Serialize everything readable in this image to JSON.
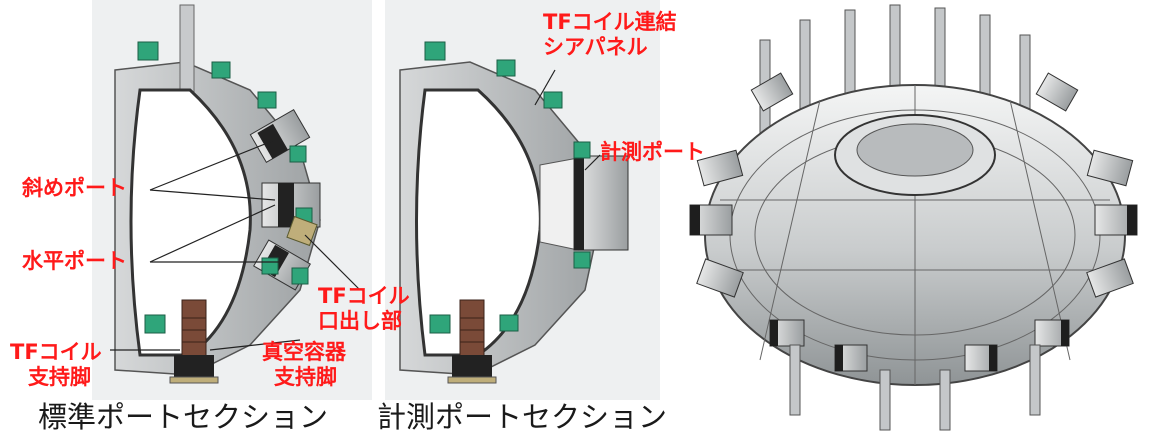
{
  "labels": {
    "tf_shear_panel": [
      "TFコイル連結",
      "シアパネル"
    ],
    "measurement_port": "計測ポート",
    "oblique_port": "斜めポート",
    "horizontal_port": "水平ポート",
    "tf_lead_out": [
      "TFコイル",
      "口出し部"
    ],
    "tf_support_leg": [
      "TFコイル",
      "支持脚"
    ],
    "vv_support_leg": [
      "真空容器",
      "支持脚"
    ]
  },
  "captions": {
    "standard_section": "標準ポートセクション",
    "measurement_section": "計測ポートセクション"
  },
  "colors": {
    "label": "#ff1a1a",
    "caption": "#1a1a1a",
    "coil_gray": "#b9bcbe",
    "coil_dark": "#6e7274",
    "port_green": "#2fa57a",
    "leg_brown": "#7a4a38"
  }
}
